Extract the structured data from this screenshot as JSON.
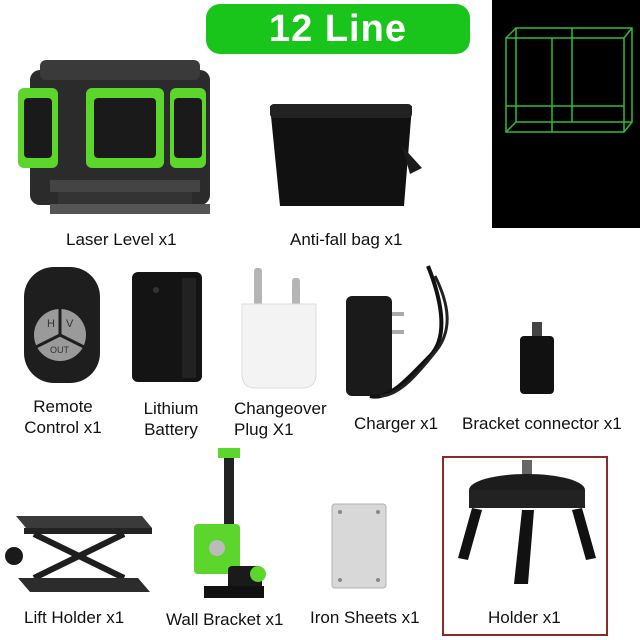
{
  "header": {
    "title": "12 Line"
  },
  "items": [
    {
      "label": "Laser Level x1"
    },
    {
      "label": "Anti-fall bag x1"
    },
    {
      "label_line1": "Remote",
      "label_line2": "Control x1"
    },
    {
      "label_line1": "Lithium",
      "label_line2": "Battery"
    },
    {
      "label_line1": "Changeover",
      "label_line2": "Plug X1"
    },
    {
      "label": "Charger x1"
    },
    {
      "label": "Bracket connector x1"
    },
    {
      "label": "Lift Holder x1"
    },
    {
      "label": "Wall Bracket x1"
    },
    {
      "label": "Iron Sheets x1"
    },
    {
      "label": "Holder x1"
    }
  ],
  "remote": {
    "btn_h": "H",
    "btn_v": "V",
    "btn_out": "OUT"
  },
  "colors": {
    "accent_green": "#19c51b",
    "laser_green": "#3ddc3d",
    "highlight_frame": "#8b2a2a"
  }
}
